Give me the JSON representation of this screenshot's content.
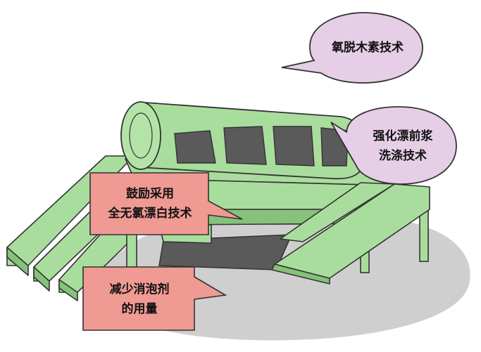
{
  "bubbles": {
    "oxygen": {
      "lines": [
        "氧脱木素技术"
      ]
    },
    "wash": {
      "lines": [
        "强化漂前浆",
        "洗涤技术"
      ]
    }
  },
  "callouts": {
    "tcf": {
      "lines": [
        "鼓励采用",
        "全无氯漂白技术"
      ]
    },
    "defoamer": {
      "lines": [
        "减少消泡剂",
        "的用量"
      ]
    }
  },
  "colors": {
    "machine_green": "#a9dd9d",
    "machine_green_dark": "#86c27a",
    "bubble_lavender": "#e6cfe6",
    "callout_pink": "#ef9a93",
    "window_gray": "#5a5a5a",
    "shadow_gray": "#cfcfcf"
  }
}
